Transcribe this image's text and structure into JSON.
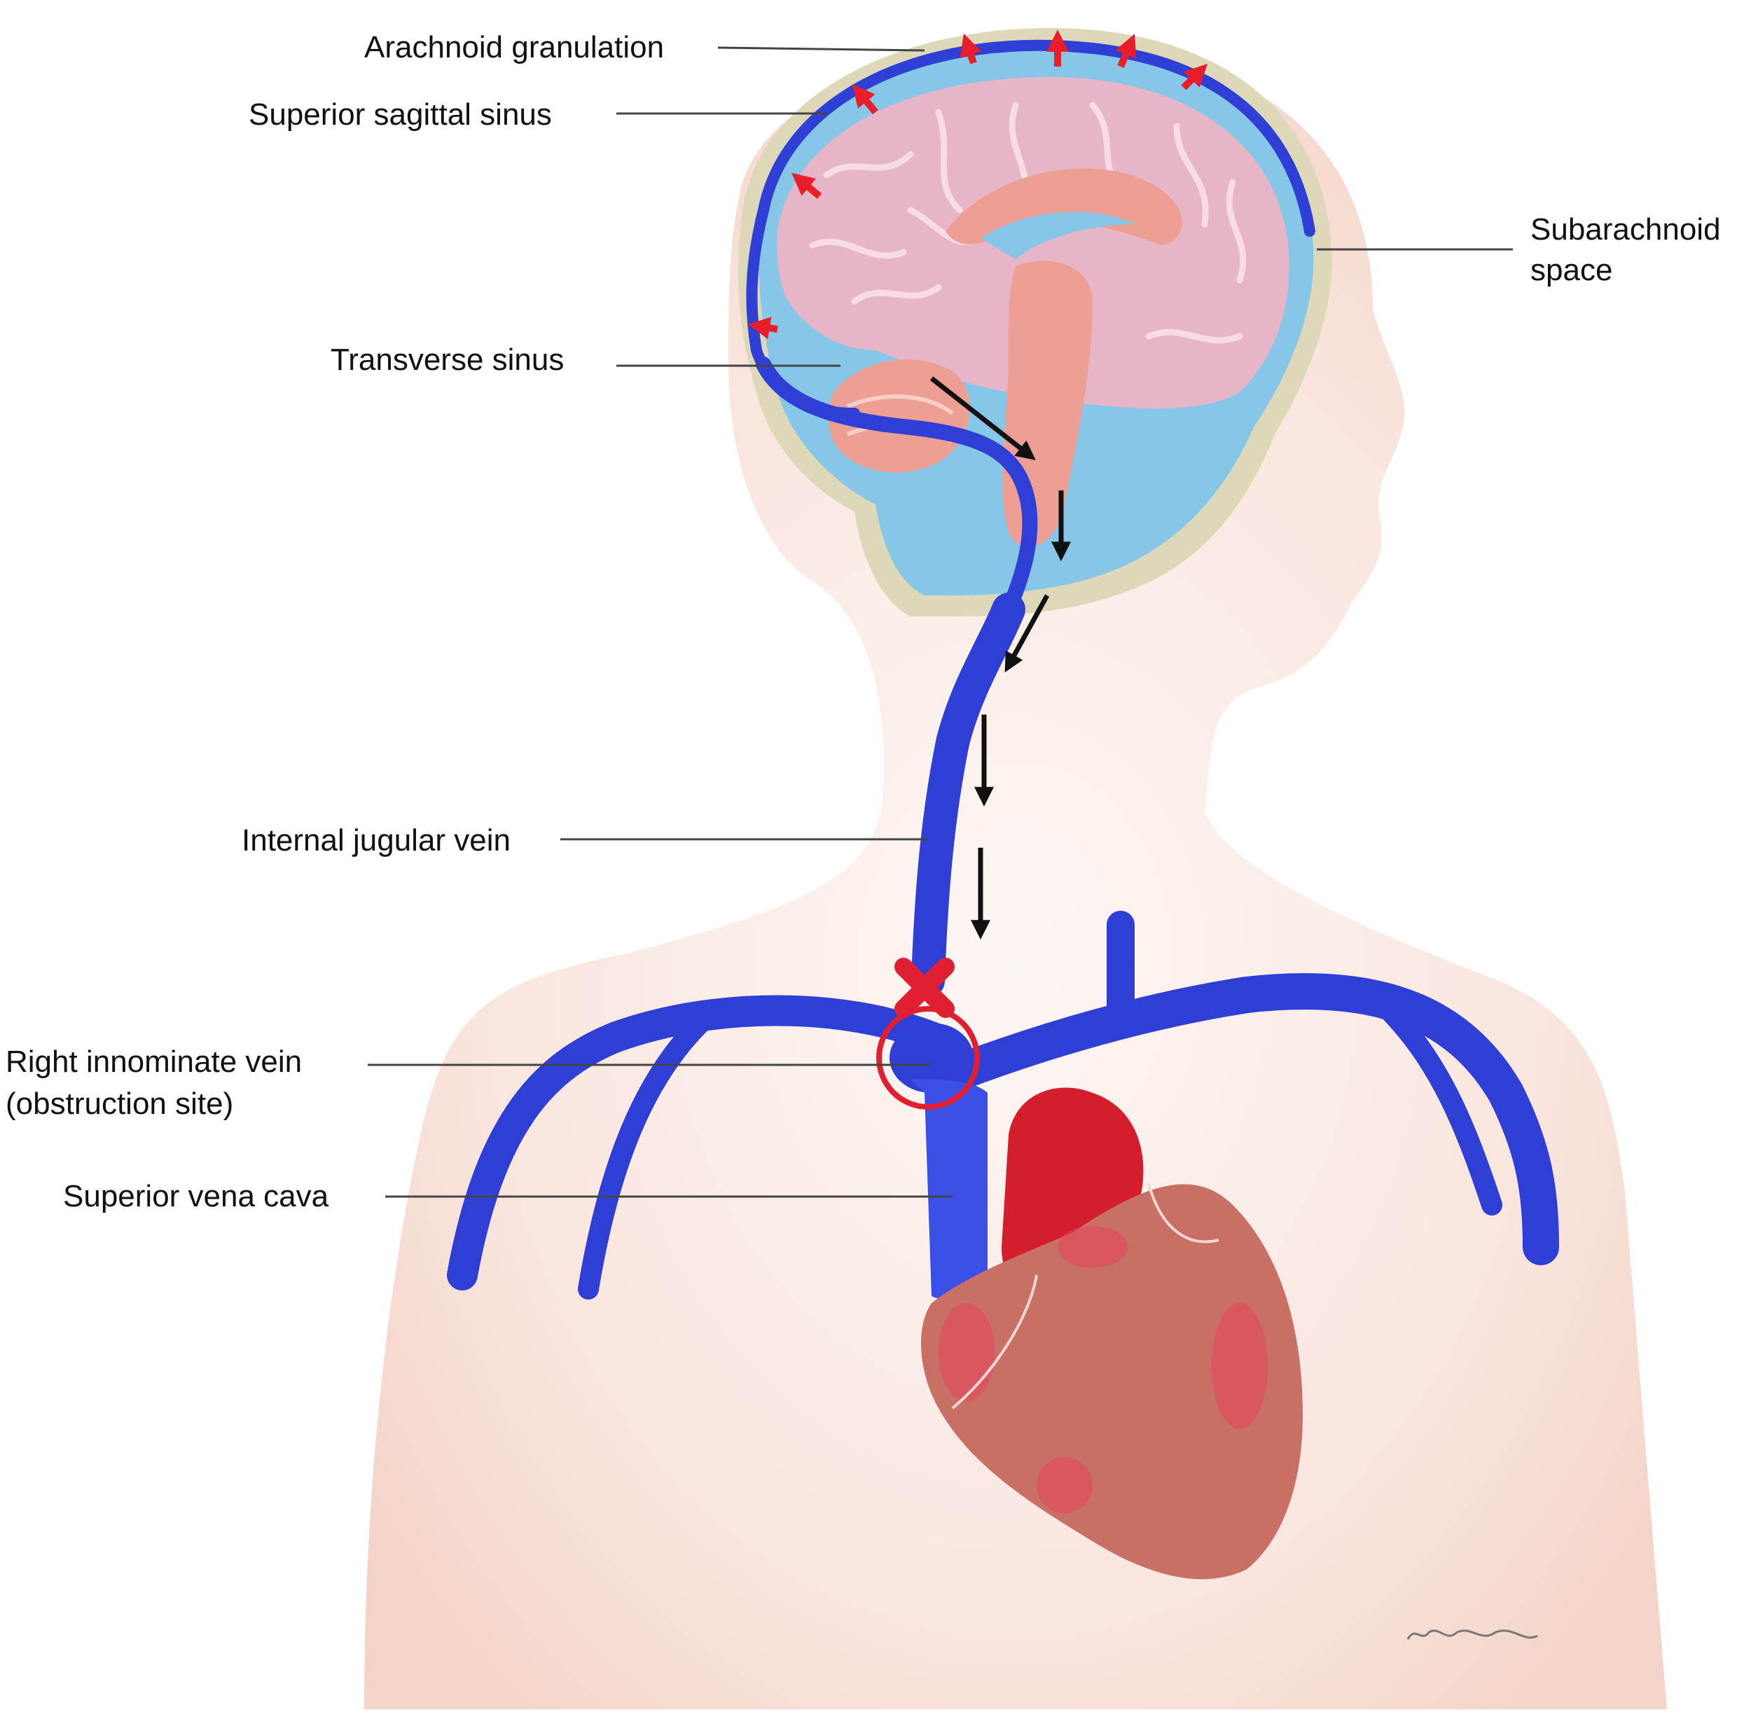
{
  "labels": {
    "arachnoid_granulation": "Arachnoid granulation",
    "superior_sagittal_sinus": "Superior sagittal sinus",
    "subarachnoid_space_line1": "Subarachnoid",
    "subarachnoid_space_line2": "space",
    "transverse_sinus": "Transverse sinus",
    "internal_jugular_vein": "Internal jugular vein",
    "right_innominate_line1": "Right innominate vein",
    "right_innominate_line2": "(obstruction site)",
    "superior_vena_cava": "Superior vena cava"
  },
  "colors": {
    "vein": "#2f3fd6",
    "vein_light": "#4a63ef",
    "csf": "#86c6e6",
    "brain": "#e6b6c8",
    "brain_inner": "#ee9f93",
    "skin": "#f6dcd2",
    "skull": "#ddd9b8",
    "heart": "#c86f66",
    "heart_red": "#d41e2d",
    "obstruction": "#e02030",
    "flow_arrow": "#111111",
    "csf_arrow": "#e81e2a"
  }
}
